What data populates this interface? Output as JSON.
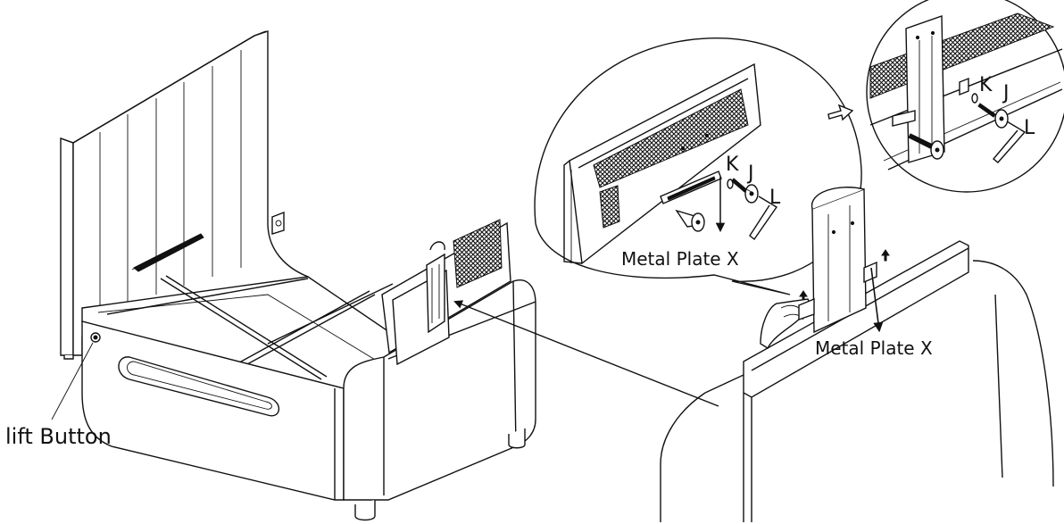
{
  "labels": {
    "lift_button": "lift Button",
    "metal_plate_zoom": "Metal Plate X",
    "metal_plate_main": "Metal Plate X",
    "part_k_zoom": "K",
    "part_j_zoom": "J",
    "part_l_zoom": "L",
    "part_k_detail": "K",
    "part_j_detail": "J",
    "part_l_detail": "L"
  },
  "colors": {
    "line": "#111111",
    "background": "#ffffff"
  }
}
